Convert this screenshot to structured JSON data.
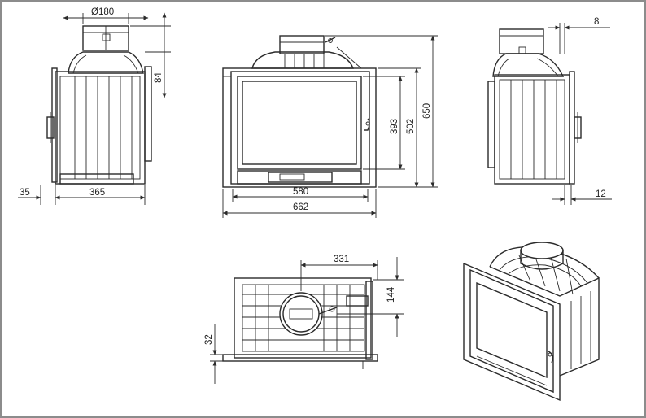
{
  "drawing": {
    "views": [
      "side-left",
      "front",
      "side-right",
      "top",
      "isometric"
    ],
    "dimensions": {
      "flue_diameter": "Ø180",
      "right_offset_top": "8",
      "flue_height": "84",
      "rear_offset": "35",
      "depth": "365",
      "glass_width": "580",
      "overall_width": "662",
      "glass_height": "393",
      "frame_height": "502",
      "overall_height": "650",
      "right_offset_bottom": "12",
      "flue_offset_x": "331",
      "flue_offset_y": "144",
      "bottom_offset": "32"
    }
  }
}
